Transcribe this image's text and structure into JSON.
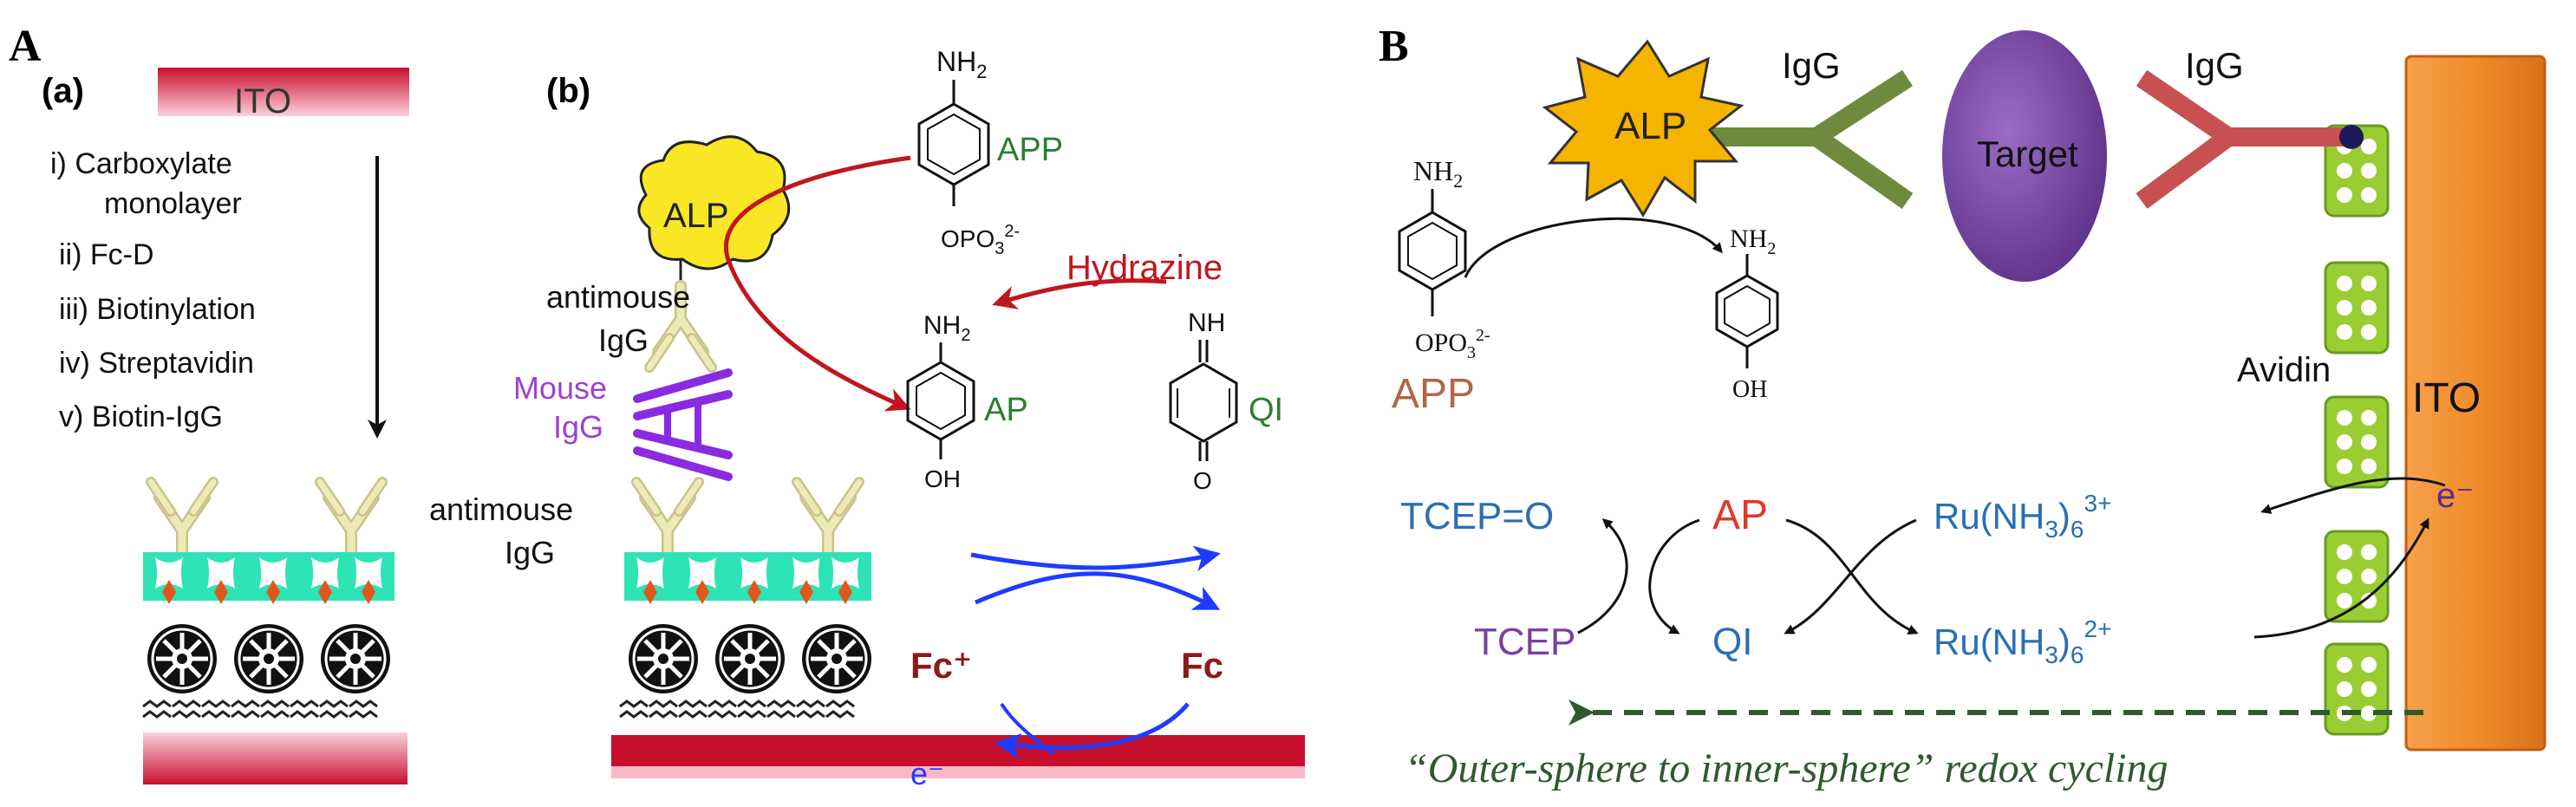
{
  "panelA": {
    "label": "A",
    "sub_a": {
      "label": "(a)",
      "electrode": "ITO",
      "steps": [
        "i) Carboxylate",
        "monolayer",
        "ii) Fc-D",
        "iii) Biotinylation",
        "iv) Streptavidin",
        "v) Biotin-IgG"
      ]
    },
    "sub_b": {
      "label": "(b)",
      "enzyme": "ALP",
      "antimouse_top": [
        "antimouse",
        "IgG"
      ],
      "mouse": [
        "Mouse",
        "IgG"
      ],
      "antimouse_bottom": [
        "antimouse",
        "IgG"
      ],
      "app_nh2": "NH",
      "app_nh2_sub": "2",
      "app_group": "OPO",
      "app_group_sub": "3",
      "app_group_sup": "2-",
      "app_label": "APP",
      "hydrazine": "Hydrazine",
      "ap_nh2": "NH",
      "ap_nh2_sub": "2",
      "ap_oh": "OH",
      "ap_label": "AP",
      "qi_nh": "NH",
      "qi_o": "O",
      "qi_label": "QI",
      "fc_plus": "Fc⁺",
      "fc": "Fc",
      "electron": "e⁻"
    }
  },
  "panelB": {
    "label": "B",
    "enzyme": "ALP",
    "igg_left": "IgG",
    "target": "Target",
    "igg_right": "IgG",
    "avidin": "Avidin",
    "electrode": "ITO",
    "electron": "e⁻",
    "app_nh2": "NH",
    "app_nh2_sub": "2",
    "app_group": "OPO",
    "app_group_sub": "3",
    "app_group_sup": "2-",
    "app_label": "APP",
    "ap_nh2": "NH",
    "ap_nh2_sub": "2",
    "ap_oh": "OH",
    "tcep_o": "TCEP=O",
    "ap": "AP",
    "ru3_prefix": "Ru(NH",
    "ru3_sub": "3",
    "ru3_mid": ")",
    "ru3_sub6": "6",
    "ru3_sup": "3+",
    "tcep": "TCEP",
    "qi": "QI",
    "ru2_prefix": "Ru(NH",
    "ru2_sub": "3",
    "ru2_mid": ")",
    "ru2_sub6": "6",
    "ru2_sup": "2+",
    "caption_quote": "“Outer-sphere to inner-sphere”",
    "caption_rest": " redox cycling"
  },
  "colors": {
    "ito_red": "#c8102e",
    "ito_pink": "#f9b8c8",
    "antibody_cream": "#eeeab8",
    "mouse_purple": "#8a2be2",
    "cyan_layer": "#2ee3b5",
    "fc_red": "#8b1a1a",
    "arrow_red": "#c0161f",
    "arrow_blue": "#1e3cff",
    "green_text": "#2e7d32",
    "alp_yellow": "#f9e625",
    "alp_orange": "#f4b400",
    "igg_green": "#6e8b3d",
    "igg_red": "#c85050",
    "target_purple": "#7a4aa0",
    "avidin_green": "#9acd32",
    "ito_orange": "#f08c2a",
    "blue_text": "#2a6fb5",
    "purple_text": "#7a3fa0",
    "brown_text": "#b0674a",
    "dashed_green": "#2f5a2f"
  }
}
